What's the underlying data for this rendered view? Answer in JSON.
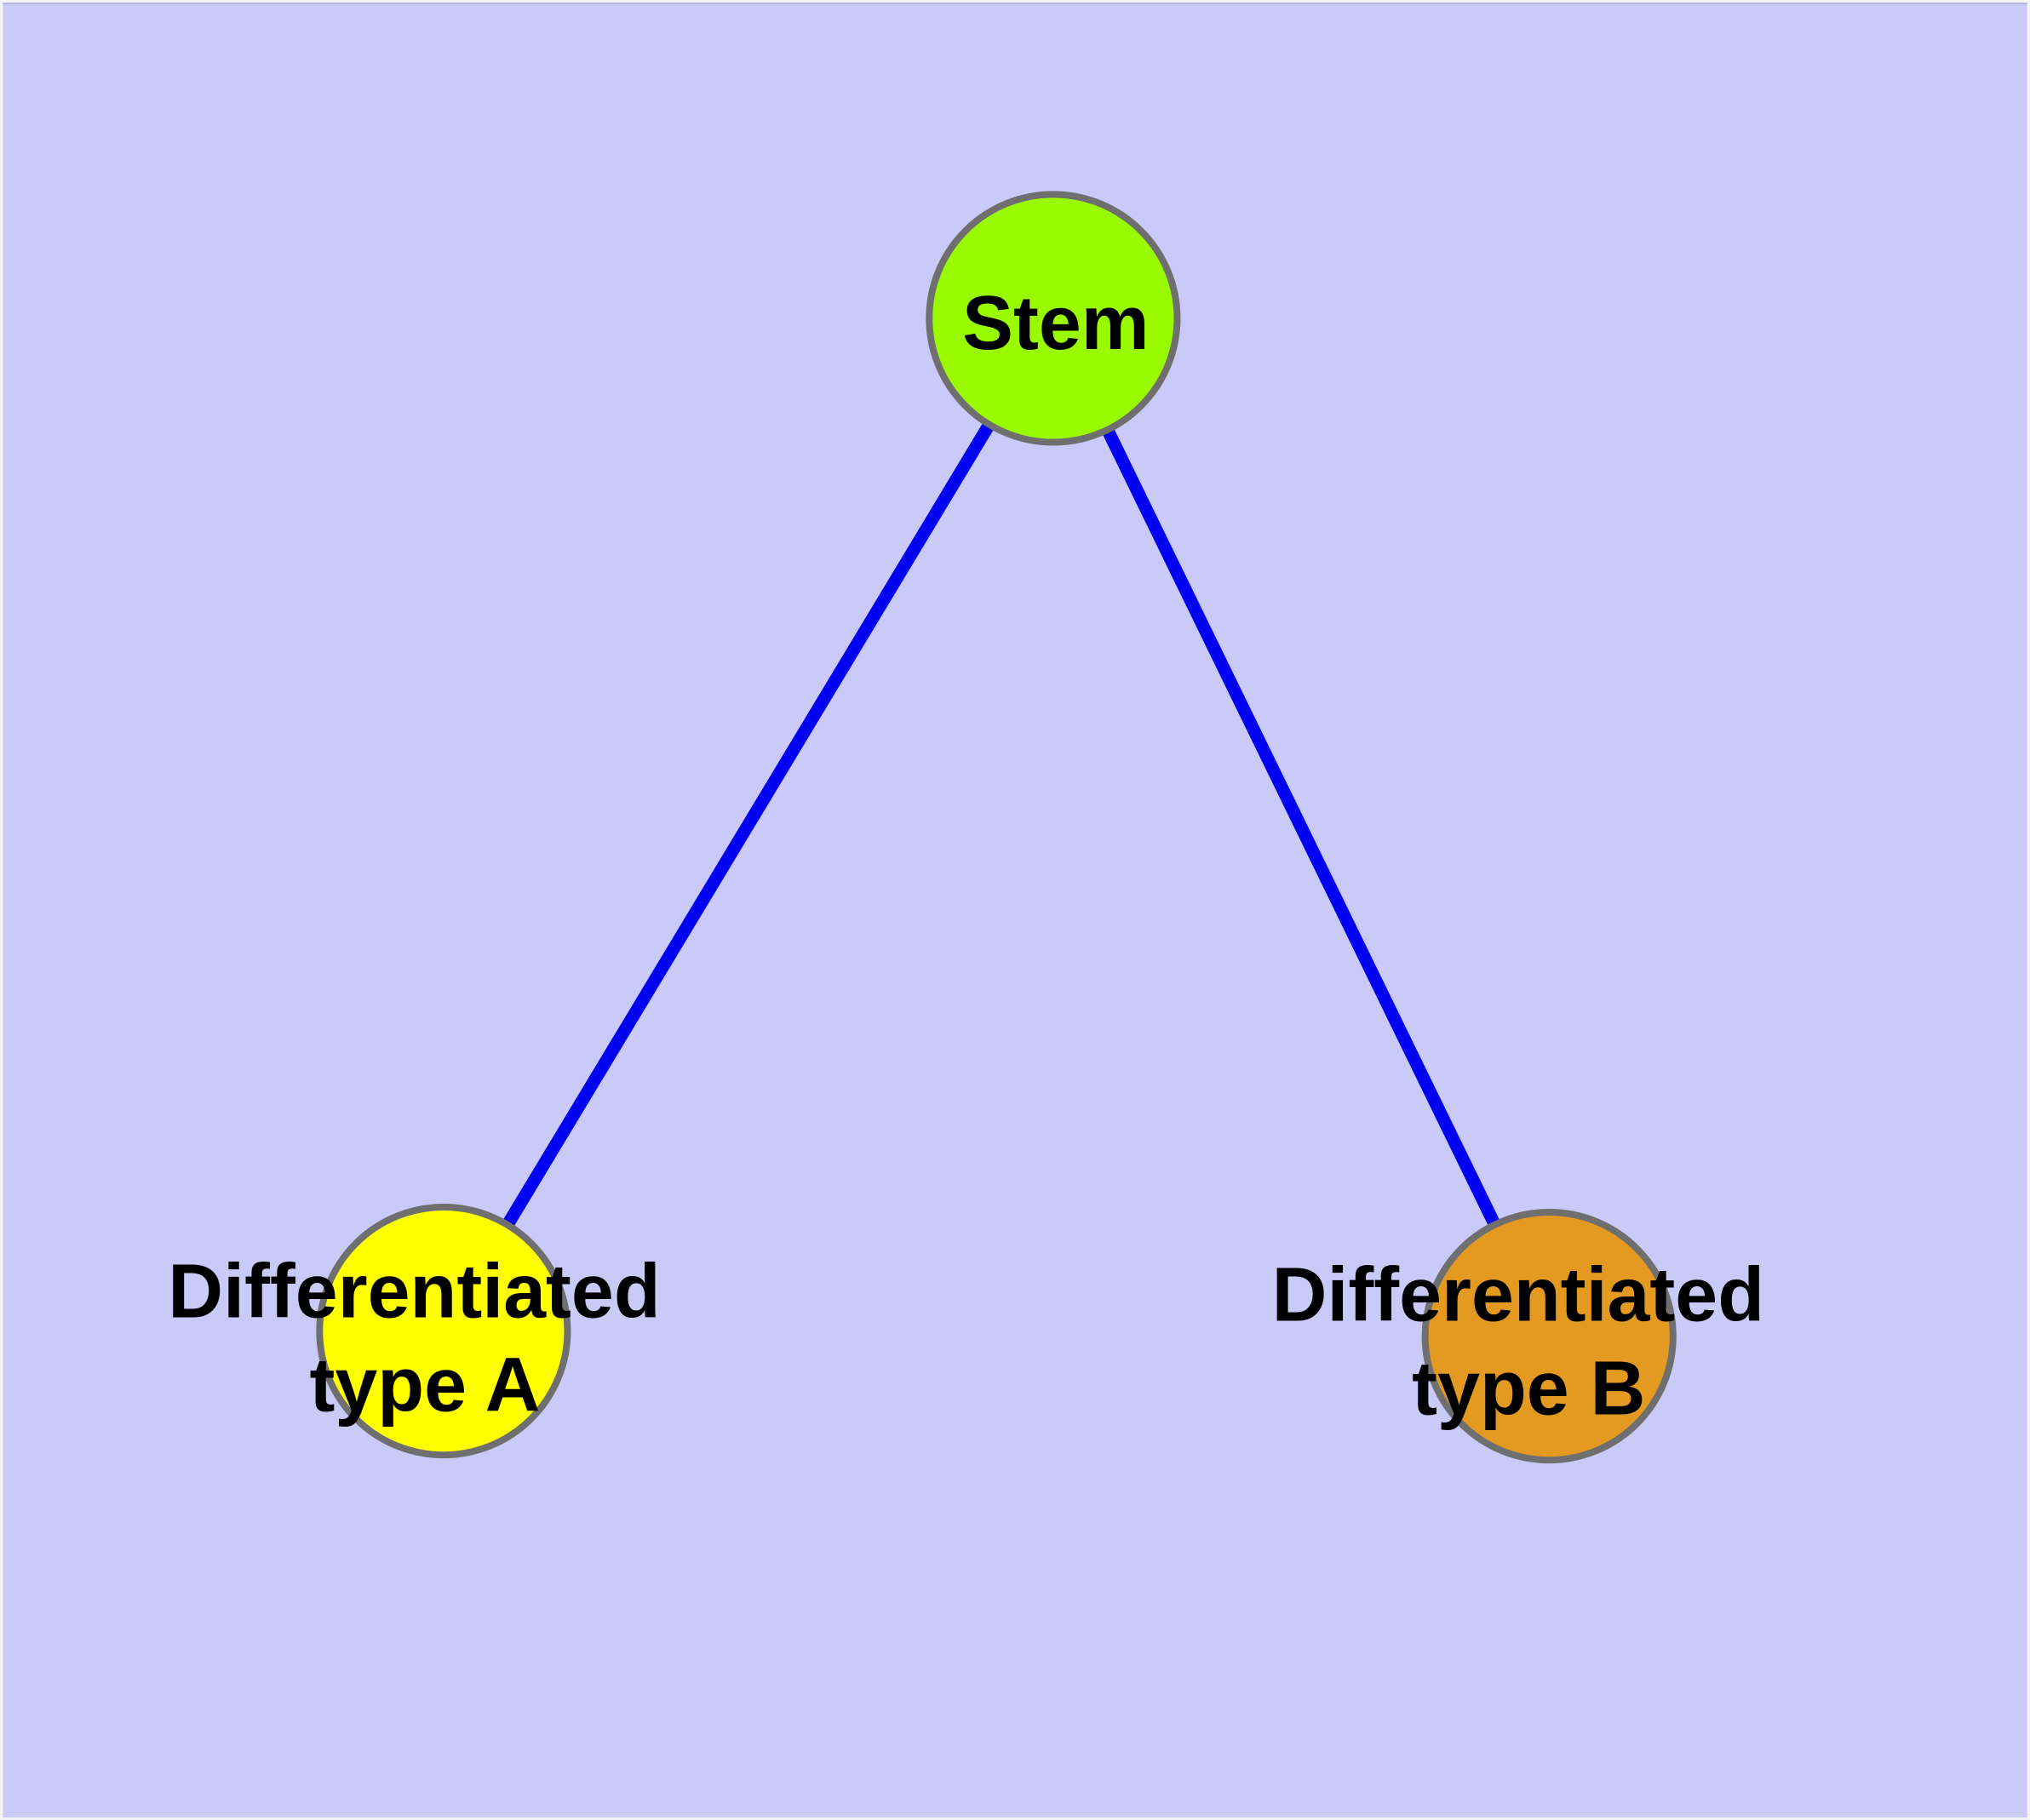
{
  "figure": {
    "background_color": "#CACAF8",
    "edge_color": "#0202F2",
    "node_border_color": "#6F6F6F",
    "label_color": "#000000",
    "nodes": [
      {
        "id": "stem",
        "lines": [
          "Stem"
        ],
        "fill": "#9AFA00"
      },
      {
        "id": "differentiated-type-a",
        "lines": [
          "Differentiated",
          "type A"
        ],
        "fill": "#FFFF00"
      },
      {
        "id": "differentiated-type-b",
        "lines": [
          "Differentiated",
          "type B"
        ],
        "fill": "#E49A20"
      }
    ],
    "edges": [
      {
        "from": "Stem",
        "to": "Differentiated type A"
      },
      {
        "from": "Stem",
        "to": "Differentiated type B"
      }
    ]
  }
}
